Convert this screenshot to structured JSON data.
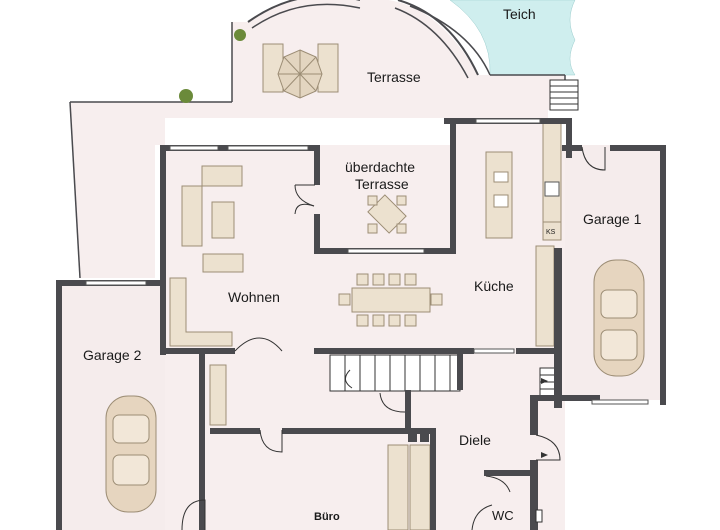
{
  "rooms": {
    "teich": "Teich",
    "terrasse": "Terrasse",
    "ueberdachte_1": "überdachte",
    "ueberdachte_2": "Terrasse",
    "garage1": "Garage 1",
    "wohnen": "Wohnen",
    "kueche": "Küche",
    "garage2": "Garage 2",
    "diele": "Diele",
    "buero": "Büro",
    "wc": "WC"
  },
  "appliance_label": "KS",
  "colors": {
    "floor": "#f7eeee",
    "wall": "#4a4a4e",
    "furniture": "#ece1cf",
    "pond": "#cfeeee",
    "garage_floor": "#f5ecec"
  },
  "icons": [
    "plant-icon",
    "car-icon",
    "parasol-icon",
    "stairs-icon",
    "door-swing-icon"
  ]
}
